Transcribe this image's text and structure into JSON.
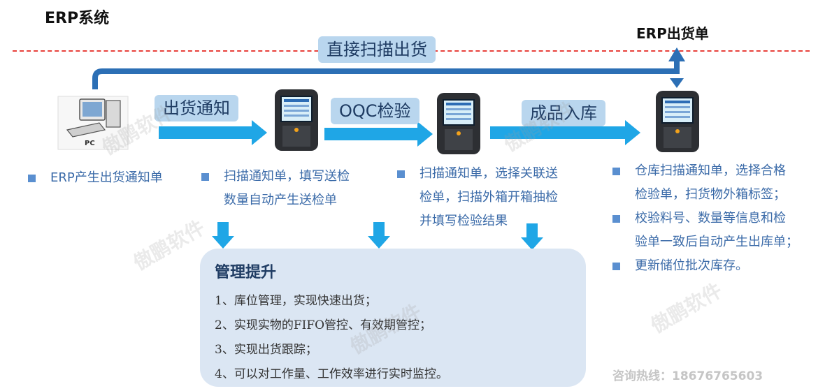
{
  "header": {
    "system_title": "ERP系统",
    "shipment_title": "ERP出货单"
  },
  "flow": {
    "direct_label": "直接扫描出货",
    "step1_label": "出货通知",
    "step2_label": "OQC检验",
    "step3_label": "成品入库",
    "pc_label": "PC"
  },
  "columns": {
    "col1": [
      "ERP产生出货通知单"
    ],
    "col2": [
      "扫描通知单，填写送检",
      "数量自动产生送检单"
    ],
    "col3": [
      "扫描通知单，选择关联送",
      "检单，扫描外箱开箱抽检",
      "并填写检验结果"
    ],
    "col4a": [
      "仓库扫描通知单，选择合格",
      "检验单，扫货物外箱标签；"
    ],
    "col4b": [
      "校验料号、数量等信息和检",
      "验单一致后自动产生出库单；"
    ],
    "col4c": [
      "更新储位批次库存。"
    ]
  },
  "management": {
    "title": "管理提升",
    "items": [
      "1、库位管理，实现快速出货；",
      "2、实现实物的FIFO管控、有效期管控；",
      "3、实现出货跟踪；",
      "4、可以对工作量、工作效率进行实时监控。"
    ]
  },
  "watermark": "傲鹏软件",
  "hotline": "咨询热线：18676765603",
  "colors": {
    "arrow": "#1fa6e6",
    "pill_bg": "#b9d6ee",
    "path_blue": "#2c6fb5",
    "dash_red": "#e8413b",
    "bullet": "#5a8fd0"
  }
}
